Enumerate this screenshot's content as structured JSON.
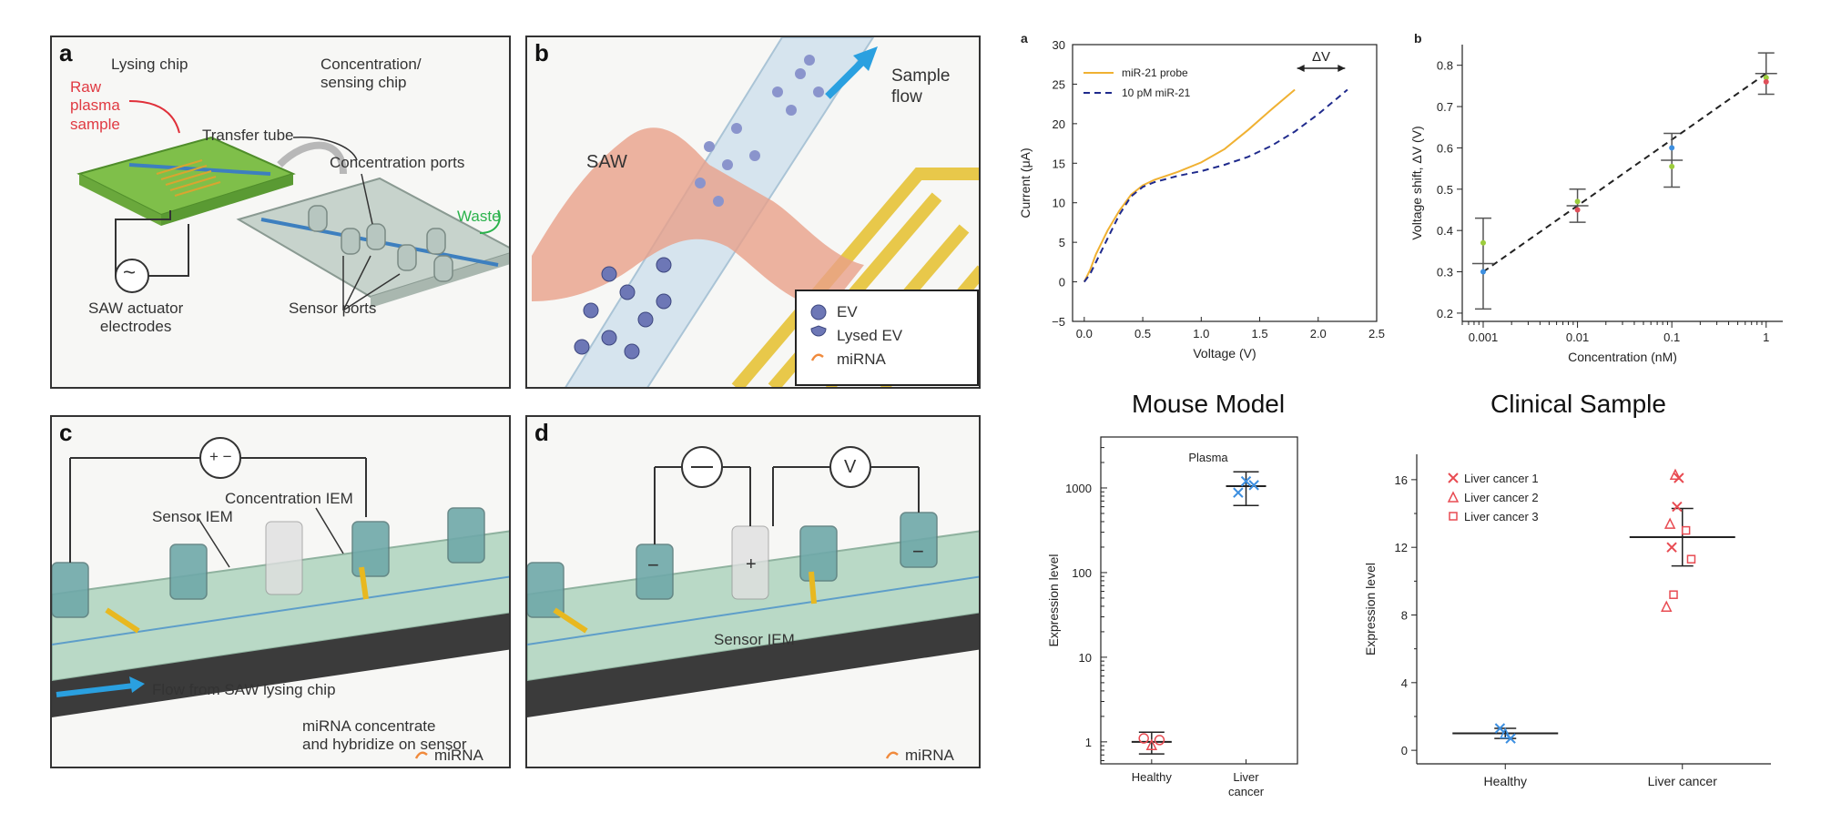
{
  "panel_a": {
    "label": "a",
    "lysing_chip": "Lysing chip",
    "concentration_chip": "Concentration/\nsensing chip",
    "raw_sample": "Raw\nplasma\nsample",
    "transfer_tube": "Transfer tube",
    "concentration_ports": "Concentration ports",
    "waste": "Waste",
    "saw_actuator": "SAW actuator\nelectrodes",
    "sensor_ports": "Sensor ports",
    "ac_symbol": "~"
  },
  "panel_b": {
    "label": "b",
    "saw": "SAW",
    "sample_flow": "Sample\nflow",
    "legend_ev": "EV",
    "legend_lysed": "Lysed EV",
    "legend_mirna": "miRNA"
  },
  "panel_c": {
    "label": "c",
    "plusminus": "+ −",
    "concentration_iem": "Concentration IEM",
    "sensor_iem": "Sensor IEM",
    "flow_from": "Flow from SAW lysing chip",
    "mirna_concentrate": "miRNA concentrate\nand hybridize on sensor",
    "mirna": "miRNA"
  },
  "panel_d": {
    "label": "d",
    "v": "V",
    "sensor_iem": "Sensor IEM",
    "mirna": "miRNA",
    "minus": "−",
    "plus": "+"
  },
  "section_titles": {
    "mouse": "Mouse Model",
    "clinical": "Clinical Sample"
  },
  "chart_data": [
    {
      "id": "a",
      "type": "line",
      "panel_label": "a",
      "xlabel": "Voltage (V)",
      "ylabel": "Current (μA)",
      "xlim": [
        -0.1,
        2.5
      ],
      "ylim": [
        -5,
        30
      ],
      "xticks": [
        "0.0",
        "0.5",
        "1.0",
        "1.5",
        "2.0",
        "2.5"
      ],
      "yticks": [
        "−5",
        "0",
        "5",
        "10",
        "15",
        "20",
        "25",
        "30"
      ],
      "annotation": "ΔV",
      "series": [
        {
          "name": "miR-21 probe",
          "color": "#f0b132",
          "dash": false,
          "x": [
            0,
            0.05,
            0.1,
            0.2,
            0.3,
            0.4,
            0.5,
            0.6,
            0.8,
            1.0,
            1.2,
            1.4,
            1.6,
            1.8
          ],
          "y": [
            0,
            1.5,
            3.5,
            6.5,
            9,
            11,
            12.2,
            12.9,
            13.9,
            15.1,
            16.8,
            19.2,
            21.8,
            24.3
          ]
        },
        {
          "name": "10 pM miR-21",
          "color": "#1f2a8c",
          "dash": true,
          "x": [
            0,
            0.05,
            0.1,
            0.2,
            0.3,
            0.4,
            0.5,
            0.6,
            0.8,
            1.0,
            1.2,
            1.4,
            1.6,
            1.8,
            2.0,
            2.25
          ],
          "y": [
            0,
            1,
            2.5,
            5.5,
            8.5,
            10.8,
            12,
            12.6,
            13.4,
            14,
            14.8,
            15.8,
            17.2,
            19,
            21.2,
            24.3
          ]
        }
      ]
    },
    {
      "id": "b",
      "type": "scatter",
      "panel_label": "b",
      "xlabel": "Concentration (nM)",
      "ylabel": "Voltage shift, ΔV (V)",
      "xscale": "log",
      "xlim": [
        0.0006,
        1.5
      ],
      "ylim": [
        0.18,
        0.85
      ],
      "xticks": [
        {
          "v": 0.001,
          "t": "0.001"
        },
        {
          "v": 0.01,
          "t": "0.01"
        },
        {
          "v": 0.1,
          "t": "0.1"
        },
        {
          "v": 1,
          "t": "1"
        }
      ],
      "yticks": [
        "0.2",
        "0.3",
        "0.4",
        "0.5",
        "0.6",
        "0.7",
        "0.8"
      ],
      "means": [
        {
          "x": 0.001,
          "y": 0.32,
          "err": 0.11
        },
        {
          "x": 0.01,
          "y": 0.46,
          "err": 0.04
        },
        {
          "x": 0.1,
          "y": 0.57,
          "err": 0.065
        },
        {
          "x": 1,
          "y": 0.78,
          "err": 0.05
        }
      ],
      "points": [
        {
          "x": 0.001,
          "y": 0.37,
          "c": "#9ccc3c"
        },
        {
          "x": 0.001,
          "y": 0.3,
          "c": "#3d8fe0"
        },
        {
          "x": 0.01,
          "y": 0.47,
          "c": "#9ccc3c"
        },
        {
          "x": 0.01,
          "y": 0.45,
          "c": "#e0505a"
        },
        {
          "x": 0.1,
          "y": 0.6,
          "c": "#3d8fe0"
        },
        {
          "x": 0.1,
          "y": 0.555,
          "c": "#9ccc3c"
        },
        {
          "x": 1,
          "y": 0.77,
          "c": "#9ccc3c"
        },
        {
          "x": 1,
          "y": 0.76,
          "c": "#e0505a"
        }
      ],
      "fit": {
        "x1": 0.001,
        "y1": 0.3,
        "x2": 1,
        "y2": 0.78
      }
    },
    {
      "id": "mouse",
      "type": "scatter",
      "title": "Plasma",
      "ylabel": "Expression level",
      "yscale": "log",
      "ylim": [
        0.55,
        4000
      ],
      "categories": [
        "Healthy",
        "Liver\ncancer"
      ],
      "yticks": [
        {
          "v": 1,
          "t": "1"
        },
        {
          "v": 10,
          "t": "10"
        },
        {
          "v": 100,
          "t": "100"
        },
        {
          "v": 1000,
          "t": "1000"
        }
      ],
      "groups": [
        {
          "mean": 1.0,
          "lo": 0.72,
          "hi": 1.3,
          "points": [
            {
              "dx": -0.08,
              "y": 1.1,
              "m": "o",
              "c": "#e84b52"
            },
            {
              "dx": 0.0,
              "y": 0.92,
              "m": "^",
              "c": "#e84b52"
            },
            {
              "dx": 0.08,
              "y": 1.05,
              "m": "o",
              "c": "#e84b52"
            }
          ]
        },
        {
          "mean": 1050,
          "lo": 620,
          "hi": 1550,
          "points": [
            {
              "dx": -0.08,
              "y": 880,
              "m": "x",
              "c": "#3d8fe0"
            },
            {
              "dx": 0.0,
              "y": 1200,
              "m": "x",
              "c": "#3d8fe0"
            },
            {
              "dx": 0.08,
              "y": 1080,
              "m": "x",
              "c": "#3d8fe0"
            }
          ]
        }
      ]
    },
    {
      "id": "clinical",
      "type": "scatter",
      "ylabel": "Expression level",
      "ylim": [
        -0.8,
        17.5
      ],
      "categories": [
        "Healthy",
        "Liver cancer"
      ],
      "yticks": [
        {
          "v": 0,
          "t": "0"
        },
        {
          "v": 4,
          "t": "4"
        },
        {
          "v": 8,
          "t": "8"
        },
        {
          "v": 12,
          "t": "12"
        },
        {
          "v": 16,
          "t": "16"
        }
      ],
      "legend": [
        {
          "name": "Liver cancer 1",
          "m": "x"
        },
        {
          "name": "Liver cancer 2",
          "m": "^"
        },
        {
          "name": "Liver cancer 3",
          "m": "s"
        }
      ],
      "groups": [
        {
          "mean": 1.0,
          "lo": 0.7,
          "hi": 1.3,
          "points": [
            {
              "dx": -0.03,
              "y": 1.3,
              "m": "x",
              "c": "#3d8fe0"
            },
            {
              "dx": 0.0,
              "y": 1.0,
              "m": "^",
              "c": "#3d8fe0"
            },
            {
              "dx": 0.03,
              "y": 0.7,
              "m": "x",
              "c": "#3d8fe0"
            }
          ]
        },
        {
          "mean": 12.6,
          "lo": 10.9,
          "hi": 14.3,
          "points": [
            {
              "dx": -0.02,
              "y": 16.1,
              "m": "x",
              "c": "#e84b52"
            },
            {
              "dx": -0.03,
              "y": 14.4,
              "m": "x",
              "c": "#e84b52"
            },
            {
              "dx": -0.06,
              "y": 12.0,
              "m": "x",
              "c": "#e84b52"
            },
            {
              "dx": -0.04,
              "y": 16.3,
              "m": "^",
              "c": "#e84b52"
            },
            {
              "dx": -0.07,
              "y": 13.4,
              "m": "^",
              "c": "#e84b52"
            },
            {
              "dx": -0.09,
              "y": 8.5,
              "m": "^",
              "c": "#e84b52"
            },
            {
              "dx": 0.02,
              "y": 13.0,
              "m": "s",
              "c": "#e84b52"
            },
            {
              "dx": 0.05,
              "y": 11.3,
              "m": "s",
              "c": "#e84b52"
            },
            {
              "dx": -0.05,
              "y": 9.2,
              "m": "s",
              "c": "#e84b52"
            }
          ]
        }
      ]
    }
  ]
}
